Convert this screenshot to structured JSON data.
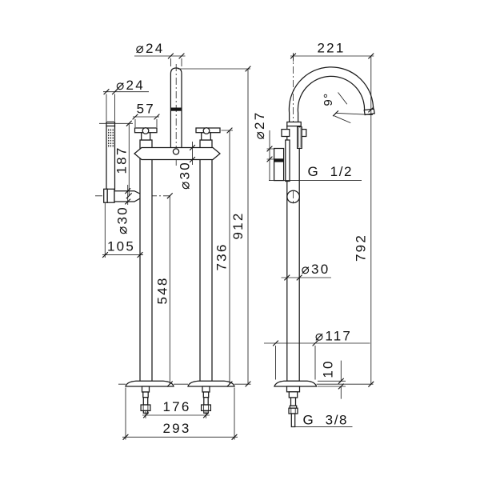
{
  "drawing": {
    "front_view": {
      "spout_pipe_diameter": "⌀24",
      "handshower_diameter": "⌀24",
      "handle_width": "57",
      "handshower_height": "187",
      "body_diameter": "⌀30",
      "holder_pipe_diameter": "⌀30",
      "handshower_offset": "105",
      "holder_height": "548",
      "handle_height": "736",
      "total_height": "912",
      "tail_spacing": "176",
      "base_span": "293"
    },
    "side_view": {
      "spout_reach": "221",
      "spout_angle": "9°",
      "inlet_diameter": "⌀27",
      "inlet_thread": "G 1/2",
      "column_diameter": "⌀30",
      "base_plate_diameter": "⌀117",
      "base_plate_thickness": "10",
      "supply_thread": "G 3/8",
      "spout_height": "792"
    }
  }
}
